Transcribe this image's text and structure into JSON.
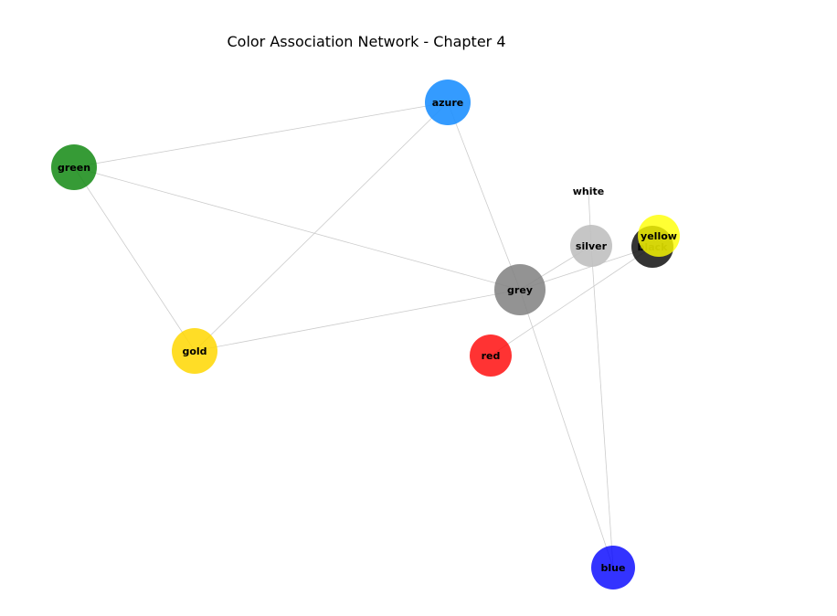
{
  "diagram": {
    "title": "Color Association Network - Chapter 4",
    "edge_color": "#cccccc",
    "nodes": [
      {
        "id": "azure",
        "label": "azure",
        "color": "#1e90ff",
        "opacity": 0.9
      },
      {
        "id": "green",
        "label": "green",
        "color": "#138a13",
        "opacity": 0.85
      },
      {
        "id": "white",
        "label": "white",
        "color": "#ffffff",
        "opacity": 1.0
      },
      {
        "id": "silver",
        "label": "silver",
        "color": "#c0c0c0",
        "opacity": 0.9
      },
      {
        "id": "black",
        "label": "black",
        "color": "#111111",
        "opacity": 0.85
      },
      {
        "id": "yellow",
        "label": "yellow",
        "color": "#ffff00",
        "opacity": 0.8
      },
      {
        "id": "grey",
        "label": "grey",
        "color": "#808080",
        "opacity": 0.85
      },
      {
        "id": "gold",
        "label": "gold",
        "color": "#ffd700",
        "opacity": 0.85
      },
      {
        "id": "red",
        "label": "red",
        "color": "#ff0000",
        "opacity": 0.8
      },
      {
        "id": "blue",
        "label": "blue",
        "color": "#0000ff",
        "opacity": 0.8
      }
    ],
    "edges": [
      [
        "green",
        "azure"
      ],
      [
        "green",
        "grey"
      ],
      [
        "green",
        "gold"
      ],
      [
        "azure",
        "gold"
      ],
      [
        "azure",
        "grey"
      ],
      [
        "gold",
        "grey"
      ],
      [
        "grey",
        "silver"
      ],
      [
        "grey",
        "black"
      ],
      [
        "grey",
        "blue"
      ],
      [
        "silver",
        "blue"
      ],
      [
        "white",
        "silver"
      ],
      [
        "red",
        "black"
      ]
    ]
  }
}
